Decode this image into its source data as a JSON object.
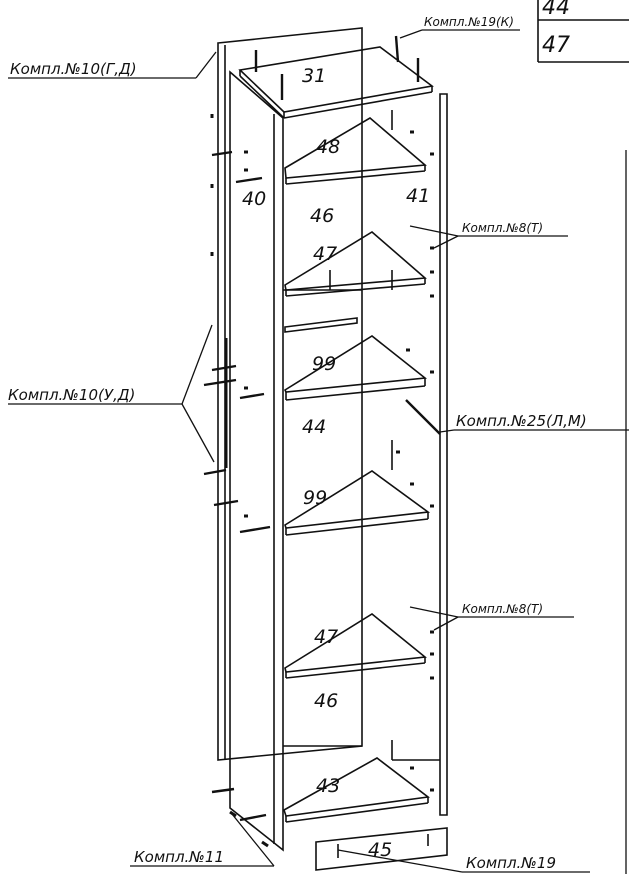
{
  "table": {
    "rows": [
      "44",
      "47"
    ]
  },
  "parts": {
    "p31": "31",
    "p48": "48",
    "p40": "40",
    "p41": "41",
    "p46a": "46",
    "p47a": "47",
    "p99a": "99",
    "p44": "44",
    "p99b": "99",
    "p47b": "47",
    "p46b": "46",
    "p43": "43",
    "p45": "45"
  },
  "labels": {
    "komp10gd": "Компл.№10(Г,Д)",
    "komp19k": "Компл.№19(К)",
    "komp8t_top": "Компл.№8(Т)",
    "komp10ud": "Компл.№10(У,Д)",
    "komp25lm": "Компл.№25(Л,М)",
    "komp8t_bot": "Компл.№8(Т)",
    "komp11": "Компл.№11",
    "komp19": "Компл.№19"
  },
  "colors": {
    "line": "#111111",
    "background": "#ffffff"
  }
}
